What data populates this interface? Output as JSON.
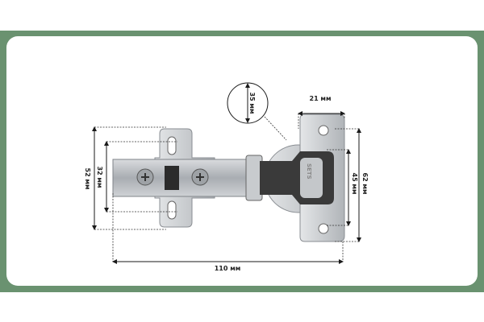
{
  "colors": {
    "frame": "#6a9270",
    "panel": "#ffffff",
    "metal": "#b9bcc0",
    "dim_line": "#1a1a1a"
  },
  "product": {
    "logo_text": "SETS"
  },
  "dimensions": {
    "overall_length": "110 мм",
    "plate_height": "52 мм",
    "plate_hole_spacing": "32 мм",
    "cup_diameter": "35 мм",
    "wing_width": "21 мм",
    "wing_height": "62 мм",
    "wing_hole_spacing": "45 мм"
  }
}
